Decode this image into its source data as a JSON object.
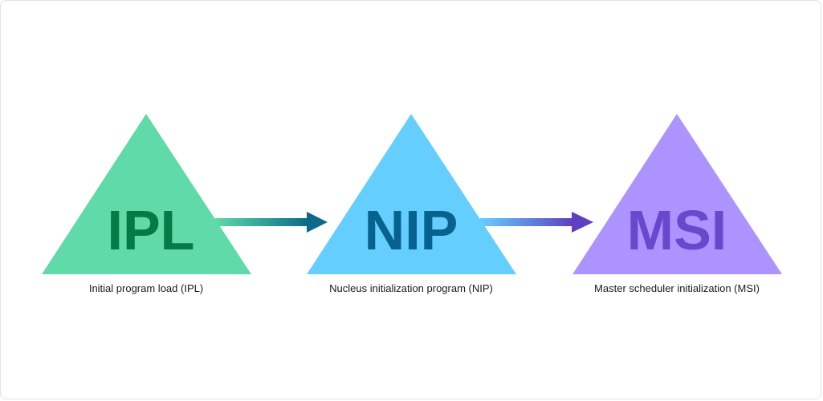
{
  "stages": [
    {
      "abbr": "IPL",
      "caption": "Initial program load (IPL)",
      "fill_color": "#5fdaa8",
      "text_color": "#047a45"
    },
    {
      "abbr": "NIP",
      "caption": "Nucleus initialization program (NIP)",
      "fill_color": "#64cfff",
      "text_color": "#07628f"
    },
    {
      "abbr": "MSI",
      "caption": "Master scheduler initialization (MSI)",
      "fill_color": "#ad93ff",
      "text_color": "#6a48cc"
    }
  ],
  "arrows": [
    {
      "from": "IPL",
      "to": "NIP",
      "color_start": "#5fdaa8",
      "color_end": "#0b6a8a"
    },
    {
      "from": "NIP",
      "to": "MSI",
      "color_start": "#64cfff",
      "color_end": "#6040c0"
    }
  ]
}
